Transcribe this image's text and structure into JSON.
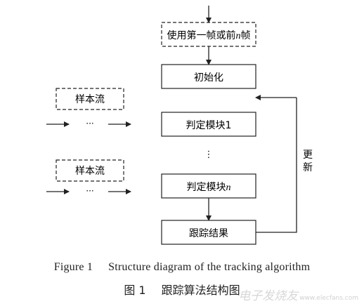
{
  "nodes": {
    "input": {
      "label": "使用第一帧或前",
      "italic": "n",
      "suffix": "帧"
    },
    "init": {
      "label": "初始化"
    },
    "judge1": {
      "label": "判定模块1"
    },
    "judgen": {
      "label": "判定模块",
      "italic": "n"
    },
    "track": {
      "label": "跟踪结果"
    },
    "stream1": {
      "label": "样本流"
    },
    "stream2": {
      "label": "样本流"
    }
  },
  "ellipsis": {
    "vertical": "⋮",
    "horizontal": "···"
  },
  "update_label": [
    "更",
    "新"
  ],
  "caption": {
    "en_fig": "Figure 1",
    "en_text": "Structure diagram of the tracking algorithm",
    "zh_fig": "图 1",
    "zh_text": "跟踪算法结构图"
  },
  "watermark": {
    "main": "电子发烧友",
    "sub": "www.elecfans.com"
  },
  "colors": {
    "line": "#222222",
    "box_fill": "#ffffff"
  }
}
